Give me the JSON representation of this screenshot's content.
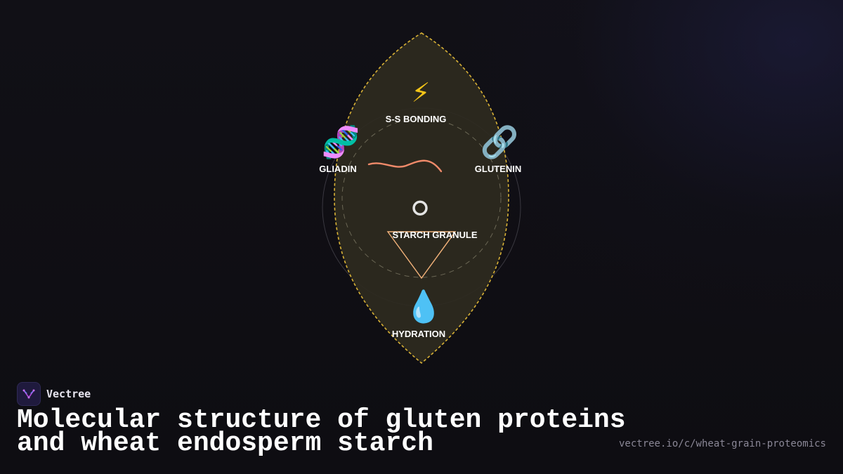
{
  "diagram": {
    "nodes": {
      "ss_bonding": {
        "icon": "lightning-icon",
        "glyph": "⚡",
        "label": "S-S BONDING"
      },
      "gliadin": {
        "icon": "dna-icon",
        "glyph": "🧬",
        "label": "GLIADIN"
      },
      "glutenin": {
        "icon": "link-icon",
        "glyph": "🔗",
        "label": "GLUTENIN"
      },
      "starch_granule": {
        "icon": "white-circle-icon",
        "glyph": "⚪",
        "label": "STARCH GRANULE"
      },
      "hydration": {
        "icon": "droplet-icon",
        "glyph": "💧",
        "label": "HYDRATION"
      }
    },
    "colors": {
      "outline": "#d9b236",
      "grain_fill": "#2e2a1f",
      "wave": "#f08a6a",
      "triangle": "#f2b27a",
      "inner_ring": "#6b6755"
    }
  },
  "brand": {
    "name": "Vectree",
    "logo_icon": "vectree-logo-icon"
  },
  "title": {
    "line1": "Molecular structure of gluten proteins",
    "line2": "and wheat endosperm starch"
  },
  "url": "vectree.io/c/wheat-grain-proteomics"
}
